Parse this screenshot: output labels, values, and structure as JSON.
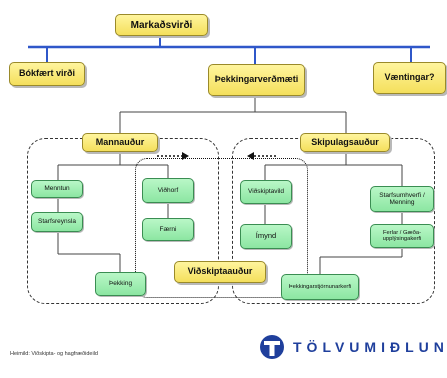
{
  "nodes": {
    "root": "Markaðsvirði",
    "book_value": "Bókfært virði",
    "knowledge_value": "Þekkingarverðmæti",
    "expectations": "Væntingar?",
    "human_capital": "Mannauður",
    "structural_capital": "Skipulagsauður",
    "customer_capital": "Viðskiptaauður"
  },
  "human_items": {
    "education": "Menntun",
    "experience": "Starfsreynsla",
    "attitude": "Viðhorf",
    "skill": "Færni",
    "knowledge": "Þekking"
  },
  "structural_items": {
    "customer_relations": "Viðskiptavild",
    "image": "Ímynd",
    "work_environment": "Starfsumhverfi / Menning",
    "processes": "Ferlar / Gæða-upplýsingakerfi",
    "knowledge_systems": "Þekkingarstjórnunarkerfi"
  },
  "footer": {
    "source": "Heimild: Viðskipta- og hagfræðideild",
    "logo_text": "TÖLVUMIÐLUN"
  },
  "colors": {
    "primary_line": "#2f57c9",
    "logo_blue": "#1f3f9c",
    "yellow_box": "#f4df5c",
    "green_box": "#8ce6a2"
  }
}
